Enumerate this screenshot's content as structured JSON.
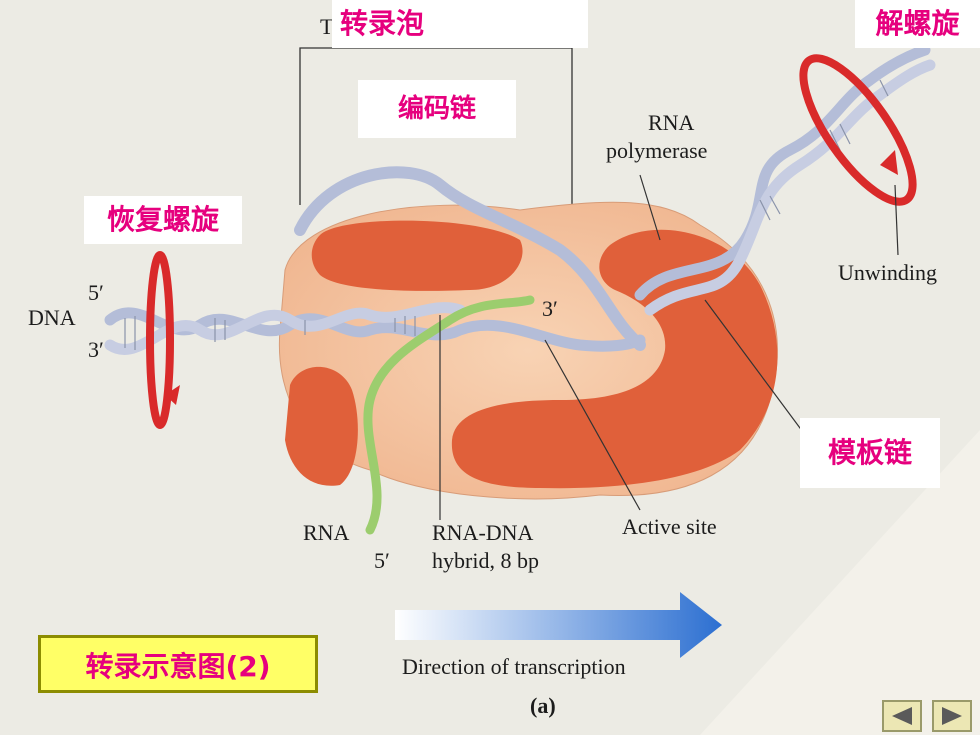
{
  "diagram": {
    "top_label_fragment": "T",
    "label_dna": "DNA",
    "label_5prime_top": "5′",
    "label_3prime_bottom": "3′",
    "label_3prime_rna": "3′",
    "label_rna_polymerase_line1": "RNA",
    "label_rna_polymerase_line2": "polymerase",
    "label_unwinding": "Unwinding",
    "label_rna": "RNA",
    "label_5prime_rna": "5′",
    "label_hybrid_line1": "RNA-DNA",
    "label_hybrid_line2": "hybrid, 8 bp",
    "label_active_site": "Active site",
    "label_direction": "Direction of transcription",
    "label_panel": "(a)"
  },
  "annotations": {
    "transcription_bubble": "转录泡",
    "unwinding": "解螺旋",
    "coding_strand": "编码链",
    "rewinding": "恢复螺旋",
    "template_strand": "模板链"
  },
  "slide_title": "转录示意图(2)",
  "colors": {
    "annotation_text": "#e6007e",
    "title_background": "#ffff66",
    "enzyme_body": "#f3c4a0",
    "enzyme_lobes": "#e0603a",
    "dna_strand": "#b4bdd8",
    "rna_strand": "#9ccd6e",
    "rotation_arrow": "#d92a2a",
    "direction_arrow": "#2c6fd1"
  },
  "nav": {
    "prev_icon": "triangle-left-icon",
    "next_icon": "triangle-right-icon"
  }
}
